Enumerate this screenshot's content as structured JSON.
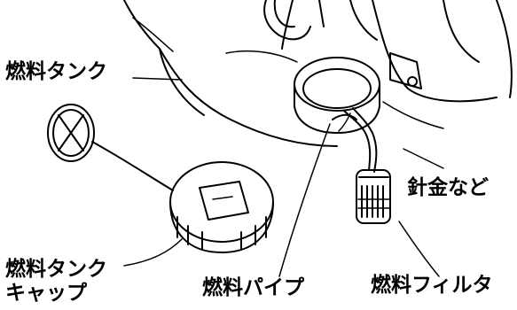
{
  "labels": {
    "fuel_tank": "燃料タンク",
    "wire": "針金など",
    "fuel_cap_line1": "燃料タンク",
    "fuel_cap_line2": "キャップ",
    "fuel_pipe": "燃料パイプ",
    "fuel_filter": "燃料フィルタ"
  },
  "colors": {
    "ink": "#000000",
    "paper": "#ffffff"
  }
}
